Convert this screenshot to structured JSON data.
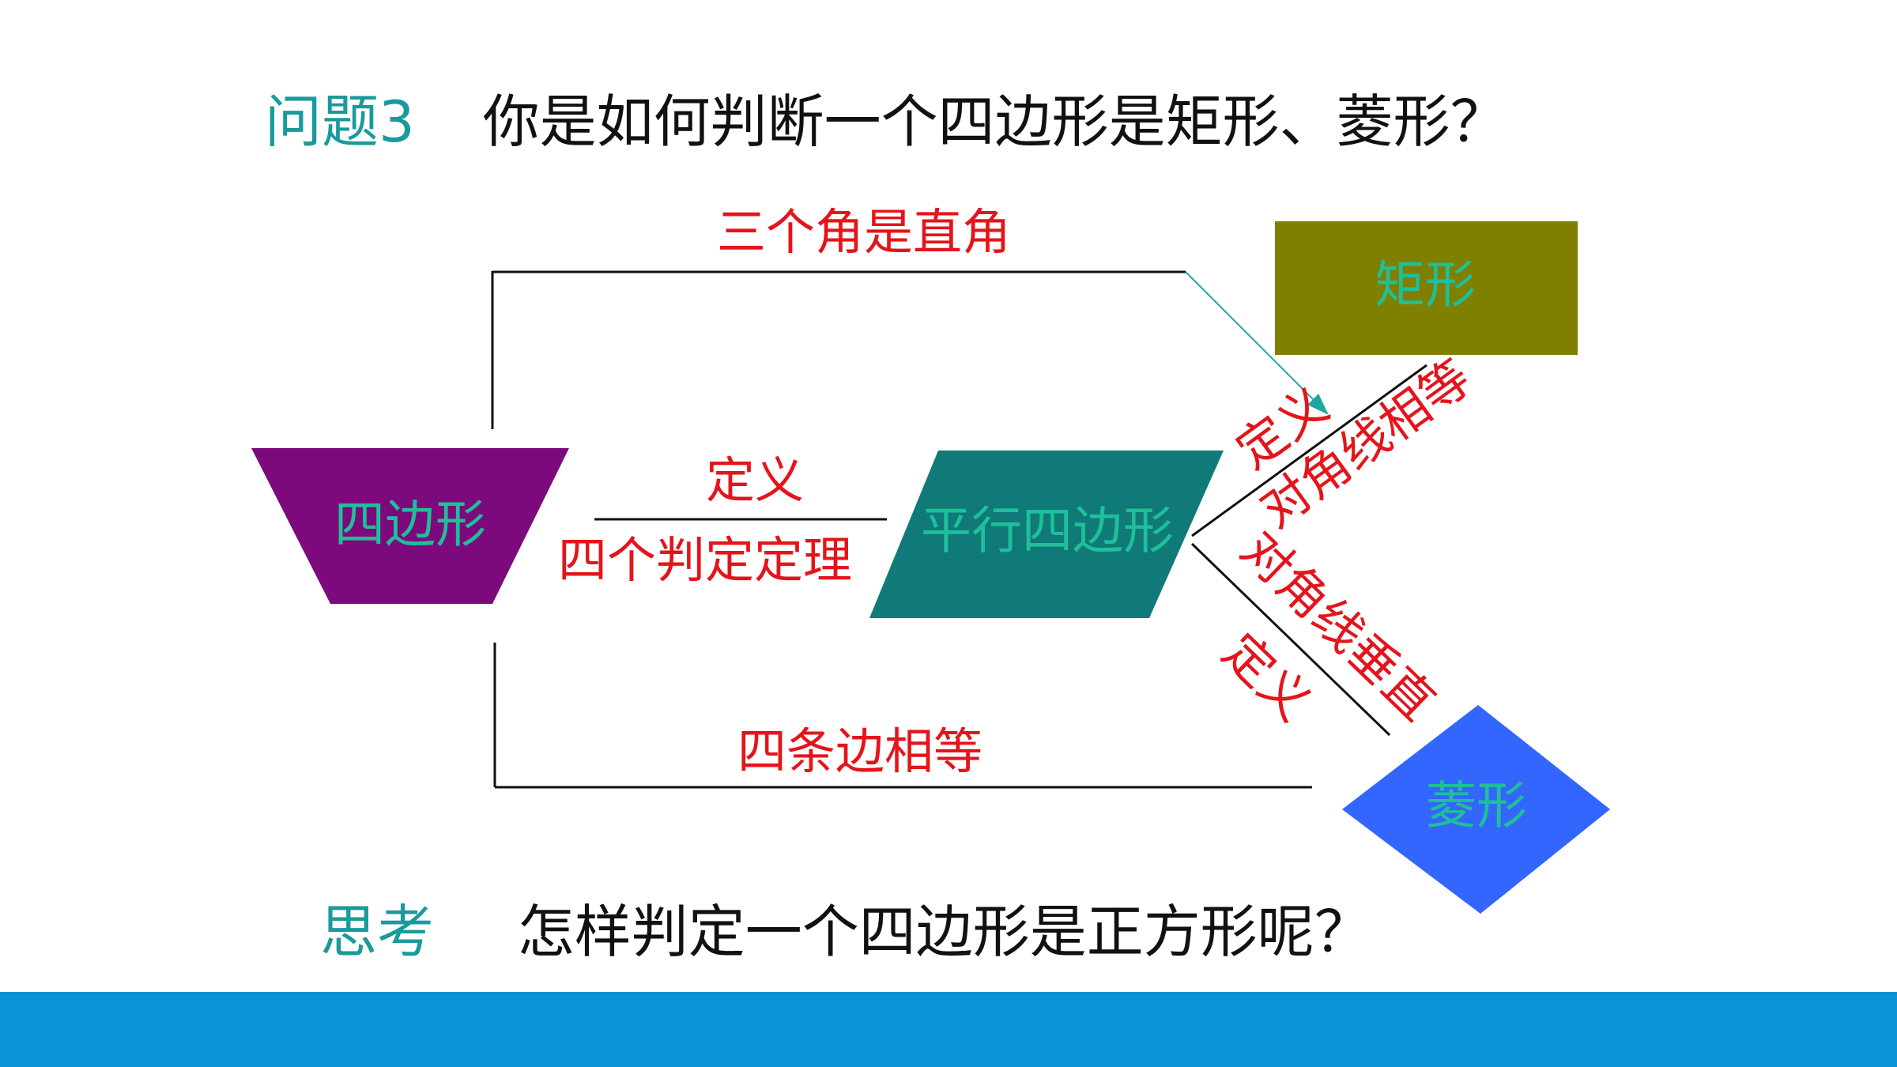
{
  "question": {
    "label": "问题3",
    "text": "你是如何判断一个四边形是矩形、菱形？"
  },
  "diagram": {
    "shapes": {
      "quadrilateral": "四边形",
      "parallelogram": "平行四边形",
      "rectangle": "矩形",
      "rhombus": "菱形"
    },
    "edges": {
      "three_right_angles": "三个角是直角",
      "definition_middle": "定义",
      "four_theorems": "四个判定定理",
      "four_equal_sides": "四条边相等",
      "definition_upper": "定义",
      "equal_diagonals": "对角线相等",
      "perpendicular_diagonals": "对角线垂直",
      "definition_lower": "定义"
    },
    "colors": {
      "label_text": "#1fbf9a",
      "edge_text": "#e5141b",
      "quadrilateral_fill": "#7d0a7d",
      "parallelogram_fill": "#0f7a78",
      "rectangle_fill": "#808000",
      "rhombus_fill": "#3366ff"
    }
  },
  "think": {
    "label": "思考",
    "text": "怎样判定一个四边形是正方形呢？"
  }
}
